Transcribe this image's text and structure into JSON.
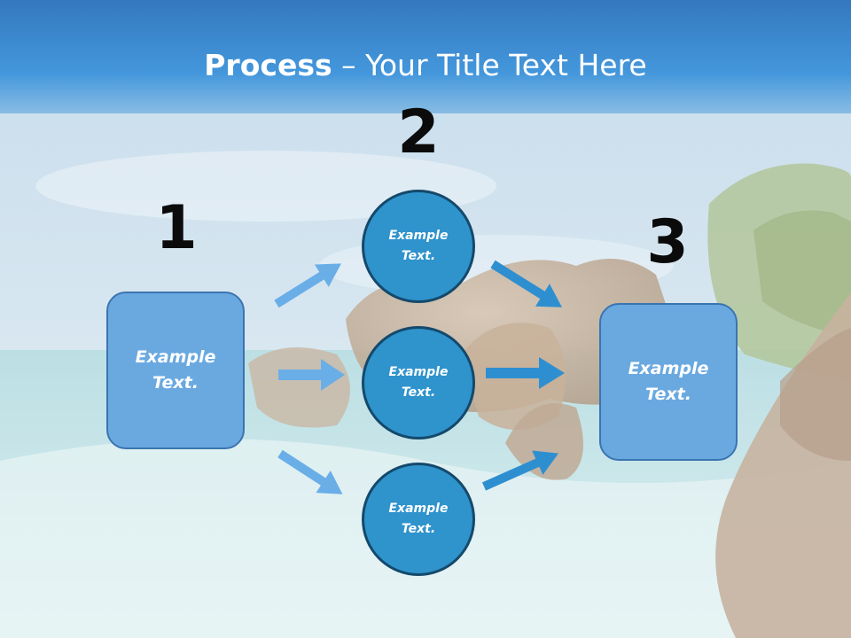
{
  "title": {
    "bold": "Process",
    "rest": " – Your Title Text Here"
  },
  "steps": [
    {
      "number": "1",
      "line1": "Example",
      "line2": "Text."
    },
    {
      "number": "2"
    },
    {
      "number": "3",
      "line1": "Example",
      "line2": "Text."
    }
  ],
  "circles": [
    {
      "line1": "Example",
      "line2": "Text."
    },
    {
      "line1": "Example",
      "line2": "Text."
    },
    {
      "line1": "Example",
      "line2": "Text."
    }
  ],
  "colors": {
    "title_band": "#3f8fd4",
    "box_fill": "#6aa9e0",
    "circle_fill": "#2f93cc",
    "arrow_left": "#6aaee8",
    "arrow_right": "#2e8fd0"
  }
}
